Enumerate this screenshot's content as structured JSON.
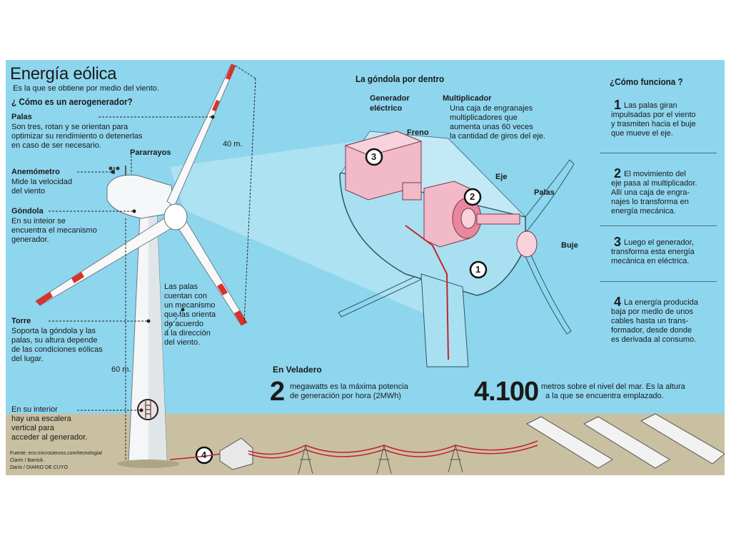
{
  "header": {
    "title": "Energía eólica",
    "subtitle": "Es la que se obtiene por medio del viento."
  },
  "left": {
    "section_title": "¿ Cómo es un aerogenerador?",
    "palas_title": "Palas",
    "palas_text": [
      "Son tres, rotan y se orientan  para",
      "optimizar su rendimiento o detenerlas",
      "en caso de ser necesario."
    ],
    "pararrayos": "Pararrayos",
    "anemometro_title": "Anemómetro",
    "anemometro_text": [
      "Mide la velocidad",
      "del viento"
    ],
    "gondola_title": "Góndola",
    "gondola_text": [
      "En su inteior se",
      "encuentra el mecanismo",
      "generador."
    ],
    "torre_title": "Torre",
    "torre_text": [
      "Soporta la góndola y las",
      "palas, su altura depende",
      "de las condiciones eólicas",
      "del lugar."
    ],
    "interior_text": [
      "En su interior",
      "hay una escalera",
      "vertical para",
      "acceder al generador."
    ],
    "palas_mecanismo": [
      "Las palas",
      "cuentan con",
      "un mecanismo",
      "que las orienta",
      "de acuerdo",
      "a la dirección",
      "del viento."
    ],
    "dim_40": "40 m.",
    "dim_60": "60 m.",
    "credits": [
      "Fuente: eco.microsiervos.com/tecnologia/",
      "Clarín / Barrick.",
      "Darío / DIARIO DE CUYO"
    ]
  },
  "gondola": {
    "title": "La góndola por dentro",
    "generador": [
      "Generador",
      "eléctrico"
    ],
    "multiplicador_title": "Multiplicador",
    "multiplicador_text": [
      "Una caja de engranajes",
      "multiplicadores que",
      "aumenta unas 60 veces",
      "la cantidad de giros del eje."
    ],
    "freno": "Freno",
    "eje": "Eje",
    "palas": "Palas",
    "buje": "Buje",
    "badges": [
      "1",
      "2",
      "3",
      "4"
    ]
  },
  "steps": {
    "title": "¿Cómo funciona ?",
    "items": [
      {
        "num": "1",
        "first": "Las palas giran",
        "rest": [
          "impulsadas por el viento",
          "y trasmiten hacia el buje",
          "que mueve el eje."
        ]
      },
      {
        "num": "2",
        "first": "El movimiento del",
        "rest": [
          "eje pasa al multiplicador.",
          "Allí una caja  de engra-",
          "najes lo transforma en",
          "energía mecánica."
        ]
      },
      {
        "num": "3",
        "first": "Luego el generador,",
        "rest": [
          "transforma esta energía",
          "mecánica en eléctrica."
        ]
      },
      {
        "num": "4",
        "first": "La energía producida",
        "rest": [
          "baja por medio de unos",
          "cables hasta un trans-",
          "formador, desde donde",
          "es derivada al consumo."
        ]
      }
    ]
  },
  "veladero": {
    "title": "En Veladero",
    "power_value": "2",
    "power_text": [
      "megawatts es la máxima potencia",
      "de generación por hora (2MWh)"
    ],
    "altitude_value": "4.100",
    "altitude_text": [
      "metros sobre el nivel del mar. Es la altura",
      "a la que se encuentra emplazado."
    ]
  }
}
